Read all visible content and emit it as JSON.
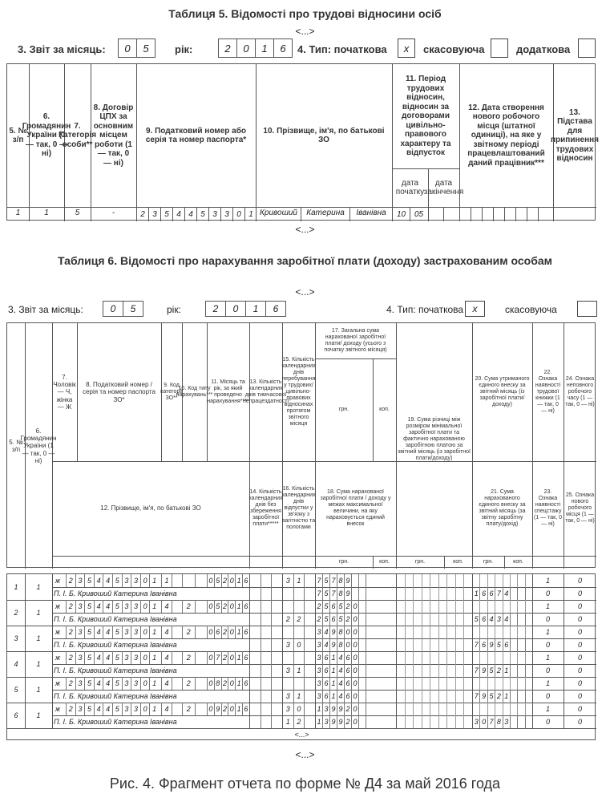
{
  "t5": {
    "title": "Таблиця 5. Відомості про трудові відносини осіб",
    "dots_top": "<...>",
    "month_label": "3. Звіт за місяць:",
    "month": [
      "0",
      "5"
    ],
    "year_label": "рік:",
    "year": [
      "2",
      "0",
      "1",
      "6"
    ],
    "type_label": "4. Тип: початкова",
    "type_mark": "x",
    "cancel_label": "скасовуюча",
    "add_label": "додаткова",
    "h5": "5. № з/п",
    "h6": "6. Громадянин України (1 — так, 0 — ні)",
    "h7": "7. Категорія особи**",
    "h8": "8. Договір ЦПХ за основним місцем роботи (1 — так, 0 — ні)",
    "h9": "9. Податковий номер або серія та номер паспорта*",
    "h10": "10. Прізвище, ім'я, по батькові ЗО",
    "h11": "11. Період трудових відносин, відносин за договорами цивільно-правового характеру та відпусток",
    "h11a": "дата початку",
    "h11b": "дата закінчення",
    "h12": "12. Дата створення нового робочого місця (штатної одиниці), на яке у звітному періоді працевлаштований даний працівник***",
    "h13": "13. Підстава для припинення трудових відносин",
    "row": {
      "n": "1",
      "cit": "1",
      "cat": "5",
      "gph": "-",
      "tax": [
        "2",
        "3",
        "5",
        "4",
        "4",
        "5",
        "3",
        "3",
        "0",
        "1"
      ],
      "last": "Кривоший",
      "first": "Катерина",
      "middle": "Іванівна",
      "start": [
        "10",
        "05"
      ]
    },
    "dots_bottom": "<...>"
  },
  "t6": {
    "title": "Таблиця 6. Відомості про нарахування заробітної плати (доходу) застрахованим особам",
    "dots_top": "<...>",
    "month_label": "3. Звіт за місяць:",
    "month": [
      "0",
      "5"
    ],
    "year_label": "рік:",
    "year": [
      "2",
      "0",
      "1",
      "6"
    ],
    "type_label": "4. Тип: початкова",
    "type_mark": "x",
    "cancel_label": "скасовуюча",
    "h5": "5. № з/п",
    "h6": "6. Громадянин України (1 — так, 0 — ні)",
    "h7": "7. Чоловік — Ч, жінка — Ж",
    "h8": "8. Податковий номер /серія та номер паспорта ЗО*",
    "h9": "9. Код категорії ЗО**",
    "h10": "10. Код типу нарахувань***",
    "h11": "11. Місяць та рік, за який проведено нарахування****",
    "h13": "13. Кількість календарних днів тимчасової непрацездатності",
    "h15": "15. Кількість календарних днів перебування у трудових/ цивільно-правових відносинах протягом звітного місяця",
    "h17": "17. Загальна сума нарахованої заробітної плати/ доходу (усього з початку звітного місяця)",
    "h19": "19. Сума різниці між розміром мінімальної заробітної плати та фактично нарахованою заробітною платою за звітний місяць (із заробітної плати/доходу)",
    "h20": "20. Сума утриманого єдиного внеску за звітний місяць (із заробітної плати/доходу)",
    "h22": "22. Ознака наявності трудової книжки (1 — так, 0 — ні)",
    "h24": "24. Ознака неповного робочого часу (1 — так, 0 — ні)",
    "h12": "12. Прізвище, ім'я, по батькові ЗО",
    "h14": "14. Кількість календарних днів без збереження заробітної плати*****",
    "h16": "16. Кількість календарних днів відпустки у зв'язку з вагітністю та пологами",
    "h18": "18. Сума нарахованої заробітної плати / доходу у межах максимальної величини, на яку нараховується єдиний внесок",
    "h21": "21. Сума нарахованого єдиного внеску за звітний місяць (за звітну заробітну плату/дохід)",
    "h23": "23. Ознака наявності спецстажу (1 — так, 0 — ні)",
    "h25": "25. Ознака нового робочого місця (1 — так, 0 — ні)",
    "grn": "грн.",
    "kop": "коп.",
    "rows": [
      {
        "n": "1",
        "cit": "1",
        "sex": "ж",
        "tax": [
          "2",
          "3",
          "5",
          "4",
          "4",
          "5",
          "3",
          "3",
          "0",
          "1"
        ],
        "cat": [
          "1"
        ],
        "code": [],
        "ym": [
          "0",
          "5",
          "2",
          "0",
          "1",
          "6"
        ],
        "name": "П. І. Б. Кривоший Катерина Іванівна",
        "d13": [],
        "d14": [],
        "d15": [
          "3",
          "1"
        ],
        "d16": [],
        "s17": [
          "7",
          "5",
          "7",
          "8",
          "9"
        ],
        "s18": [
          "7",
          "5",
          "7",
          "8",
          "9"
        ],
        "s21": [
          "1",
          "6",
          "6",
          "7",
          "4"
        ],
        "f22": "1",
        "f23": "0",
        "f24": "0",
        "f25": "0"
      },
      {
        "n": "2",
        "cit": "1",
        "sex": "ж",
        "tax": [
          "2",
          "3",
          "5",
          "4",
          "4",
          "5",
          "3",
          "3",
          "0",
          "1"
        ],
        "cat": [
          "4"
        ],
        "code": [
          "2"
        ],
        "ym": [
          "0",
          "5",
          "2",
          "0",
          "1",
          "6"
        ],
        "name": "П. І. Б. Кривоший Катерина Іванівна",
        "d13": [],
        "d14": [],
        "d15": [],
        "d16": [
          "2",
          "2"
        ],
        "s17": [
          "2",
          "5",
          "6",
          "5",
          "2",
          "0"
        ],
        "s18": [
          "2",
          "5",
          "6",
          "5",
          "2",
          "0"
        ],
        "s21": [
          "5",
          "6",
          "4",
          "3",
          "4"
        ],
        "f22": "1",
        "f23": "0",
        "f24": "0",
        "f25": "0"
      },
      {
        "n": "3",
        "cit": "1",
        "sex": "ж",
        "tax": [
          "2",
          "3",
          "5",
          "4",
          "4",
          "5",
          "3",
          "3",
          "0",
          "1"
        ],
        "cat": [
          "4"
        ],
        "code": [
          "2"
        ],
        "ym": [
          "0",
          "6",
          "2",
          "0",
          "1",
          "6"
        ],
        "name": "П. І. Б. Кривоший Катерина Іванівна",
        "d13": [],
        "d14": [],
        "d15": [],
        "d16": [
          "3",
          "0"
        ],
        "s17": [
          "3",
          "4",
          "9",
          "8",
          "0",
          "0"
        ],
        "s18": [
          "3",
          "4",
          "9",
          "8",
          "0",
          "0"
        ],
        "s21": [
          "7",
          "6",
          "9",
          "5",
          "6"
        ],
        "f22": "1",
        "f23": "0",
        "f24": "0",
        "f25": "0"
      },
      {
        "n": "4",
        "cit": "1",
        "sex": "ж",
        "tax": [
          "2",
          "3",
          "5",
          "4",
          "4",
          "5",
          "3",
          "3",
          "0",
          "1"
        ],
        "cat": [
          "4"
        ],
        "code": [
          "2"
        ],
        "ym": [
          "0",
          "7",
          "2",
          "0",
          "1",
          "6"
        ],
        "name": "П. І. Б. Кривоший Катерина Іванівна",
        "d13": [],
        "d14": [],
        "d15": [],
        "d16": [
          "3",
          "1"
        ],
        "s17": [
          "3",
          "6",
          "1",
          "4",
          "6",
          "0"
        ],
        "s18": [
          "3",
          "6",
          "1",
          "4",
          "6",
          "0"
        ],
        "s21": [
          "7",
          "9",
          "5",
          "2",
          "1"
        ],
        "f22": "1",
        "f23": "0",
        "f24": "0",
        "f25": "0"
      },
      {
        "n": "5",
        "cit": "1",
        "sex": "ж",
        "tax": [
          "2",
          "3",
          "5",
          "4",
          "4",
          "5",
          "3",
          "3",
          "0",
          "1"
        ],
        "cat": [
          "4"
        ],
        "code": [
          "2"
        ],
        "ym": [
          "0",
          "8",
          "2",
          "0",
          "1",
          "6"
        ],
        "name": "П. І. Б. Кривоший Катерина Іванівна",
        "d13": [],
        "d14": [],
        "d15": [],
        "d16": [
          "3",
          "1"
        ],
        "s17": [
          "3",
          "6",
          "1",
          "4",
          "6",
          "0"
        ],
        "s18": [
          "3",
          "6",
          "1",
          "4",
          "6",
          "0"
        ],
        "s21": [
          "7",
          "9",
          "5",
          "2",
          "1"
        ],
        "f22": "1",
        "f23": "0",
        "f24": "0",
        "f25": "0"
      },
      {
        "n": "6",
        "cit": "1",
        "sex": "ж",
        "tax": [
          "2",
          "3",
          "5",
          "4",
          "4",
          "5",
          "3",
          "3",
          "0",
          "1"
        ],
        "cat": [
          "4"
        ],
        "code": [
          "2"
        ],
        "ym": [
          "0",
          "9",
          "2",
          "0",
          "1",
          "6"
        ],
        "name": "П. І. Б. Кривоший Катерина Іванівна",
        "d13": [],
        "d14": [],
        "d15": [
          "3",
          "0"
        ],
        "d16": [
          "1",
          "2"
        ],
        "s17": [
          "1",
          "3",
          "9",
          "9",
          "2",
          "0"
        ],
        "s18": [
          "1",
          "3",
          "9",
          "9",
          "2",
          "0"
        ],
        "s21": [
          "3",
          "0",
          "7",
          "8",
          "3"
        ],
        "f22": "1",
        "f23": "0",
        "f24": "0",
        "f25": "0"
      }
    ],
    "dots_inner": "<...>",
    "dots_bottom": "<...>"
  },
  "caption": "Рис. 4. Фрагмент отчета по форме № Д4 за май 2016 года"
}
